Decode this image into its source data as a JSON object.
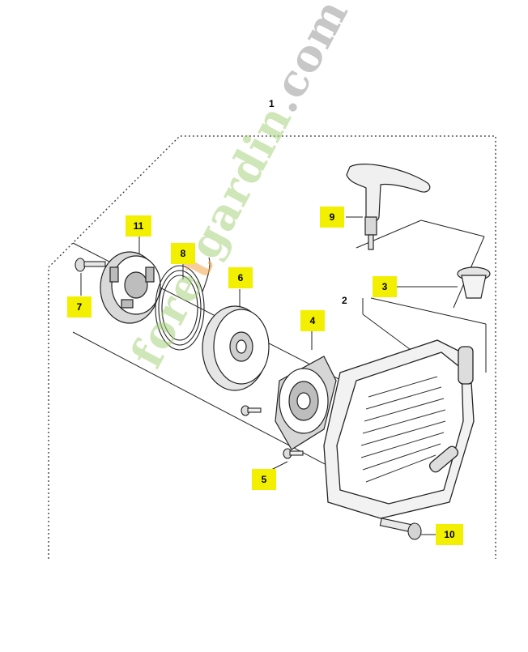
{
  "diagram": {
    "assembly_number": "1",
    "parts": [
      {
        "id": "1"
      },
      {
        "id": "2"
      },
      {
        "id": "3"
      },
      {
        "id": "4"
      },
      {
        "id": "5"
      },
      {
        "id": "6"
      },
      {
        "id": "7"
      },
      {
        "id": "8"
      },
      {
        "id": "9"
      },
      {
        "id": "10"
      },
      {
        "id": "11"
      }
    ],
    "labels": {
      "p2": "2",
      "p3": "3",
      "p4": "4",
      "p5": "5",
      "p6": "6",
      "p7": "7",
      "p8": "8",
      "p9": "9",
      "p10": "10",
      "p11": "11"
    },
    "highlight_color": "#f3ef00"
  },
  "watermark": {
    "part_a": "fore",
    "part_b": "t",
    "part_c": "gardin",
    "part_d": ".com",
    "color_green": "#a9d47f",
    "color_orange": "#f2a64b",
    "color_gray": "#9a9a9a"
  }
}
